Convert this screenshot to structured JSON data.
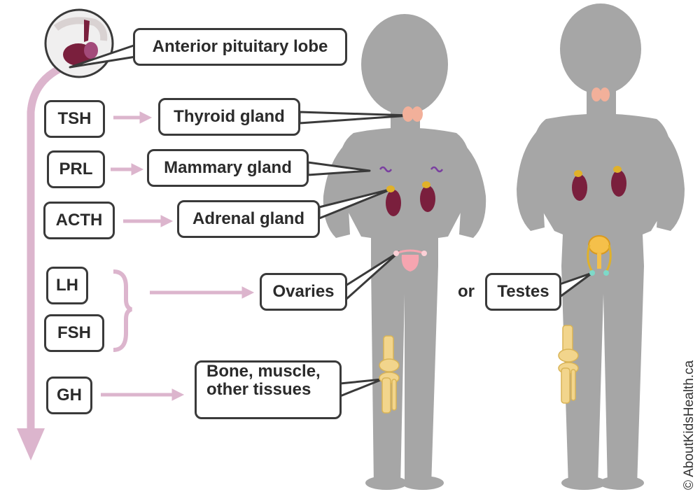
{
  "colors": {
    "arrow": "#dcb5cd",
    "body": "#a6a6a6",
    "outline": "#3a3a3a",
    "kidney": "#7a1f3d",
    "adrenal": "#e0b12a",
    "thyroid": "#f2b09a",
    "bone": "#f2d58c",
    "bladder": "#f5c04a",
    "mammary": "#7a3fa0",
    "testes": "#7dd9c9",
    "uterus": "#f6a5b0"
  },
  "labels": {
    "pituitary": "Anterior pituitary lobe",
    "thyroid": "Thyroid gland",
    "mammary": "Mammary gland",
    "adrenal": "Adrenal gland",
    "ovaries": "Ovaries",
    "or": "or",
    "testes": "Testes",
    "bone_line1": "Bone, muscle,",
    "bone_line2": "other tissues"
  },
  "hormones": {
    "tsh": "TSH",
    "prl": "PRL",
    "acth": "ACTH",
    "lh": "LH",
    "fsh": "FSH",
    "gh": "GH"
  },
  "credit": "© AboutKidsHealth.ca",
  "icons": {
    "pituitary": "pituitary-gland-icon",
    "thyroid": "thyroid-icon",
    "kidney": "kidney-icon",
    "bone": "knee-bone-icon",
    "uterus": "uterus-icon",
    "bladder": "bladder-icon"
  }
}
